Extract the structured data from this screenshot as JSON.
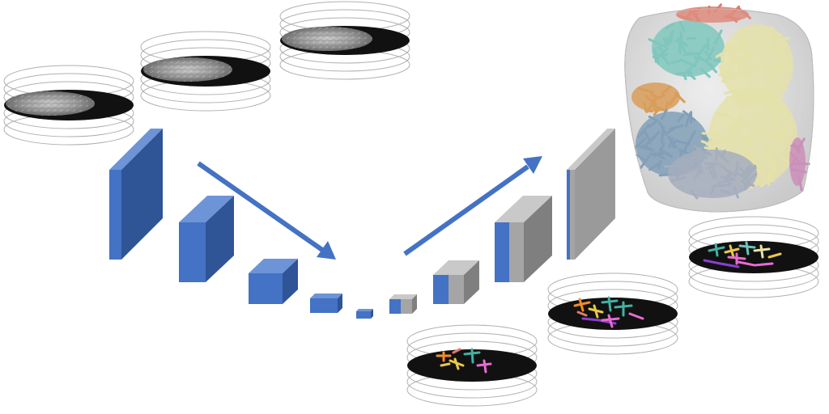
{
  "diagram": {
    "type": "3d-unet-segmentation-pipeline",
    "colors": {
      "block_front": "#4472c4",
      "block_top": "#6d94d6",
      "block_side": "#2f5597",
      "decoder_gray_front": "#a5a5a5",
      "decoder_gray_top": "#c9c9c9",
      "decoder_gray_side": "#7f7f7f",
      "arrow": "#4472c4",
      "slice_disc": "#111111",
      "ring_stroke": "#b0b0b0",
      "volume_shell": "#cfcfcf"
    },
    "segment_colors": [
      "#6cc3b8",
      "#e8e3a0",
      "#e07a6a",
      "#d9903f",
      "#6f93b0",
      "#9aa5b8",
      "#c97fb3",
      "#e8c94a",
      "#43b0a4",
      "#e86bd3",
      "#8a3fd0",
      "#f28a2b"
    ],
    "input_slices": [
      "input-slice-1",
      "input-slice-2",
      "input-slice-3"
    ],
    "output_slices": [
      "output-slice-1",
      "output-slice-2",
      "output-slice-3"
    ],
    "encoder_blocks": [
      "encoder-block-1",
      "encoder-block-2",
      "encoder-block-3",
      "encoder-block-4",
      "encoder-block-5"
    ],
    "decoder_blocks": [
      "decoder-block-1",
      "decoder-block-2",
      "decoder-block-3",
      "decoder-block-4"
    ],
    "icons": [
      "downsample-arrow-icon",
      "upsample-arrow-icon",
      "segmented-volume-icon"
    ]
  }
}
